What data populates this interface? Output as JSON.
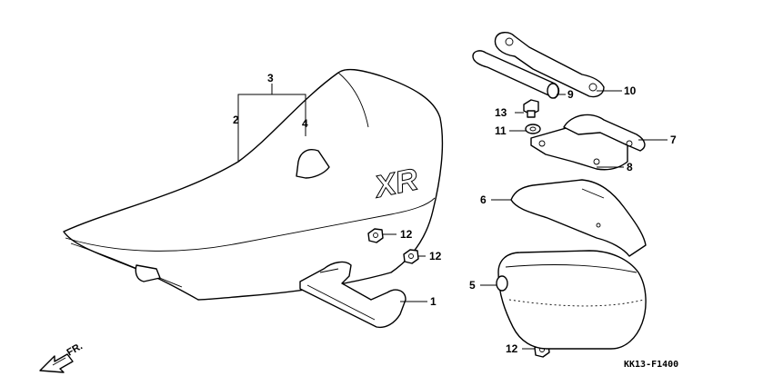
{
  "diagram": {
    "drawing_code": "KK13-F1400",
    "direction_label": "FR.",
    "callouts": {
      "c1": "1",
      "c2": "2",
      "c3": "3",
      "c4": "4",
      "c5": "5",
      "c6": "6",
      "c7": "7",
      "c8": "8",
      "c9": "9",
      "c10": "10",
      "c11": "11",
      "c12a": "12",
      "c12b": "12",
      "c12c": "12",
      "c13": "13"
    },
    "seat_emblem": "XR"
  }
}
